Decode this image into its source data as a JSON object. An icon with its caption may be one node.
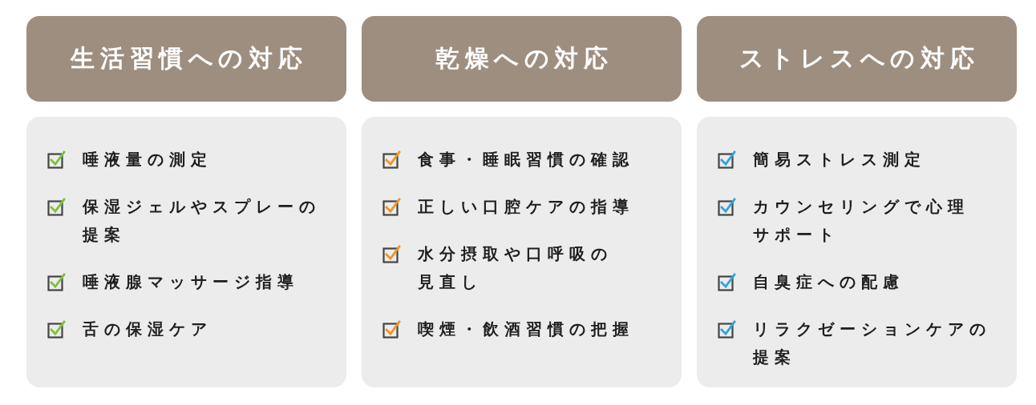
{
  "diagram": {
    "nodes": [
      {
        "text": [
          "生活習慣への対応"
        ]
      },
      {
        "text": [],
        "shape": "box"
      },
      {
        "text": [
          "唾液量の測定"
        ],
        "in": 1
      },
      {
        "text": [
          "保湿ジェルやスプレーの提案"
        ],
        "in": 1
      },
      {
        "text": [
          "唾液腺マッサージ指導"
        ],
        "in": 1
      },
      {
        "text": [
          "舌の保湿ケア"
        ],
        "in": 1
      },
      {
        "text": [
          "乾燥への対応"
        ]
      },
      {
        "text": [],
        "shape": "box"
      },
      {
        "text": [
          "食事・睡眠習慣の確認"
        ],
        "in": 7
      },
      {
        "text": [
          "正しい口腔ケアの指導"
        ],
        "in": 7
      },
      {
        "text": [
          "水分摂取や口呼吸の見直し"
        ],
        "in": 7
      },
      {
        "text": [
          "喫煙・飲酒習慣の把握"
        ],
        "in": 7
      },
      {
        "text": [
          "ストレスへの対応"
        ]
      },
      {
        "text": [],
        "shape": "box"
      },
      {
        "text": [
          "簡易ストレス測定"
        ],
        "in": 13
      },
      {
        "text": [
          "カウンセリングで心理サポート"
        ],
        "in": 13
      },
      {
        "text": [
          "自臭症への配慮"
        ],
        "in": 13
      },
      {
        "text": [
          "リラクゼーションケアの提案"
        ],
        "in": 13
      }
    ],
    "edges": []
  }
}
